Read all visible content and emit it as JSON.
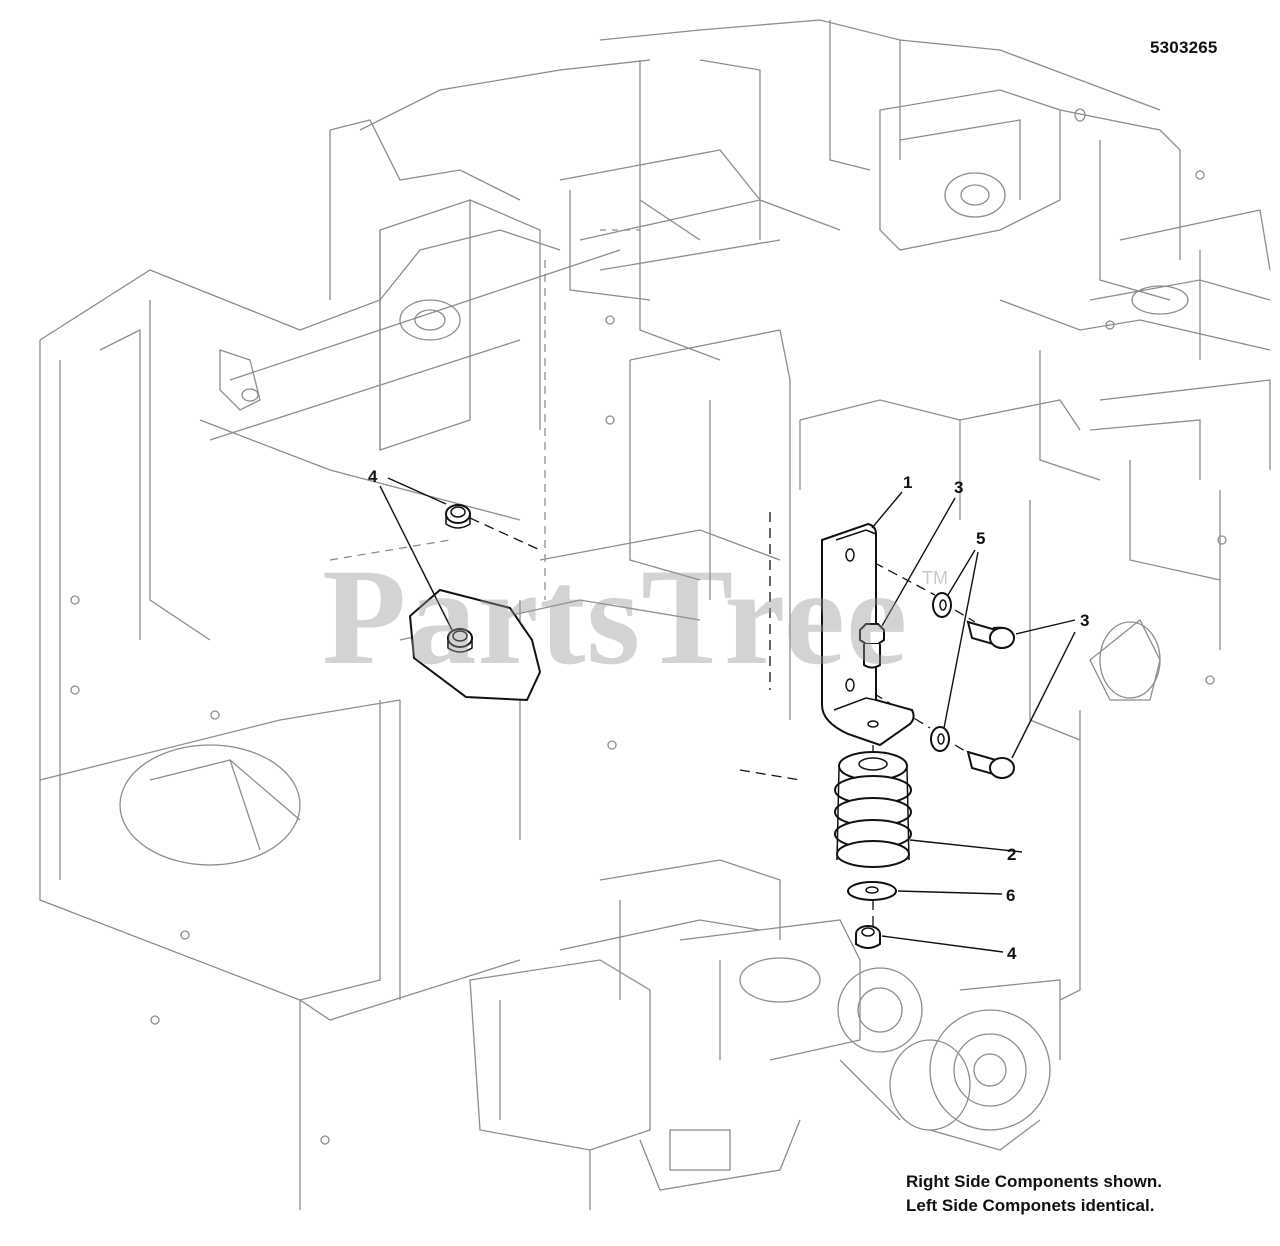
{
  "diagram_number": "5303265",
  "watermark": {
    "text": "PartsTree",
    "mark": "TM"
  },
  "note": {
    "line1": "Right Side Components shown.",
    "line2": "Left Side Componets identical."
  },
  "callouts": [
    {
      "id": "c1",
      "label": "1"
    },
    {
      "id": "c2",
      "label": "2"
    },
    {
      "id": "c3a",
      "label": "3"
    },
    {
      "id": "c3b",
      "label": "3"
    },
    {
      "id": "c4a",
      "label": "4"
    },
    {
      "id": "c4b",
      "label": "4"
    },
    {
      "id": "c5",
      "label": "5"
    },
    {
      "id": "c6",
      "label": "6"
    }
  ],
  "colors": {
    "line": "#111111",
    "background_lines": "#8d8d8d",
    "watermark": "#969696"
  }
}
